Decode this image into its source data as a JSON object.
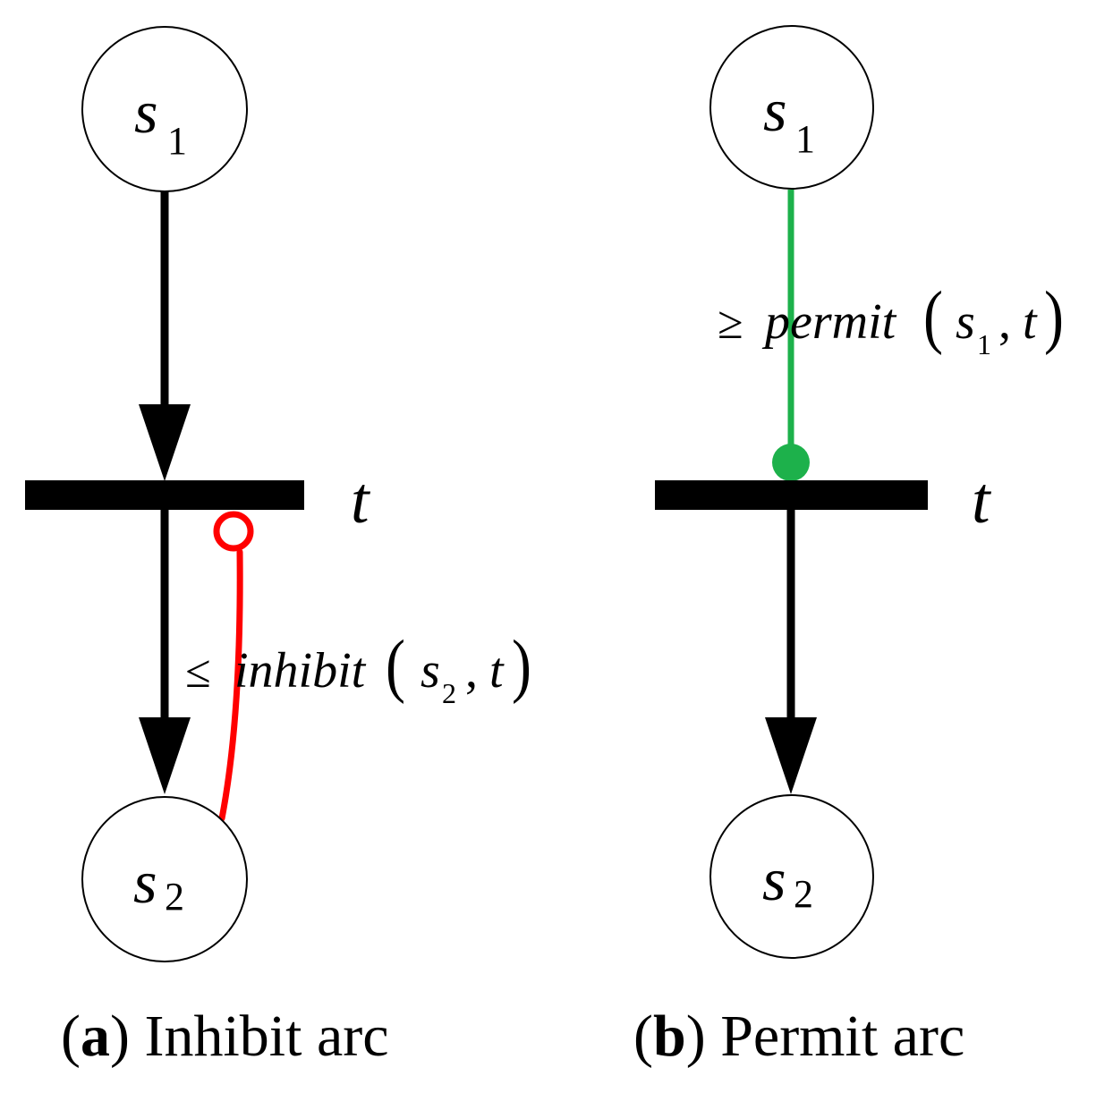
{
  "diagram_a": {
    "place_top": {
      "name": "s",
      "subscript": "1"
    },
    "place_bottom": {
      "name": "s",
      "subscript": "2"
    },
    "transition_label": "t",
    "arc_label": {
      "relation": "≤",
      "function": "inhibit",
      "open_paren": "(",
      "arg_name": "s",
      "arg_subscript": "2",
      "comma": ",",
      "arg2": "t",
      "close_paren": ")"
    },
    "special_arc_color": "#ff0000",
    "caption": {
      "open": "(",
      "letter": "a",
      "close": ")",
      "text": " Inhibit arc"
    }
  },
  "diagram_b": {
    "place_top": {
      "name": "s",
      "subscript": "1"
    },
    "place_bottom": {
      "name": "s",
      "subscript": "2"
    },
    "transition_label": "t",
    "arc_label": {
      "relation": "≥",
      "function": "permit",
      "open_paren": "(",
      "arg_name": "s",
      "arg_subscript": "1",
      "comma": ",",
      "arg2": "t",
      "close_paren": ")"
    },
    "special_arc_color": "#1db14b",
    "caption": {
      "open": "(",
      "letter": "b",
      "close": ")",
      "text": " Permit arc"
    }
  }
}
